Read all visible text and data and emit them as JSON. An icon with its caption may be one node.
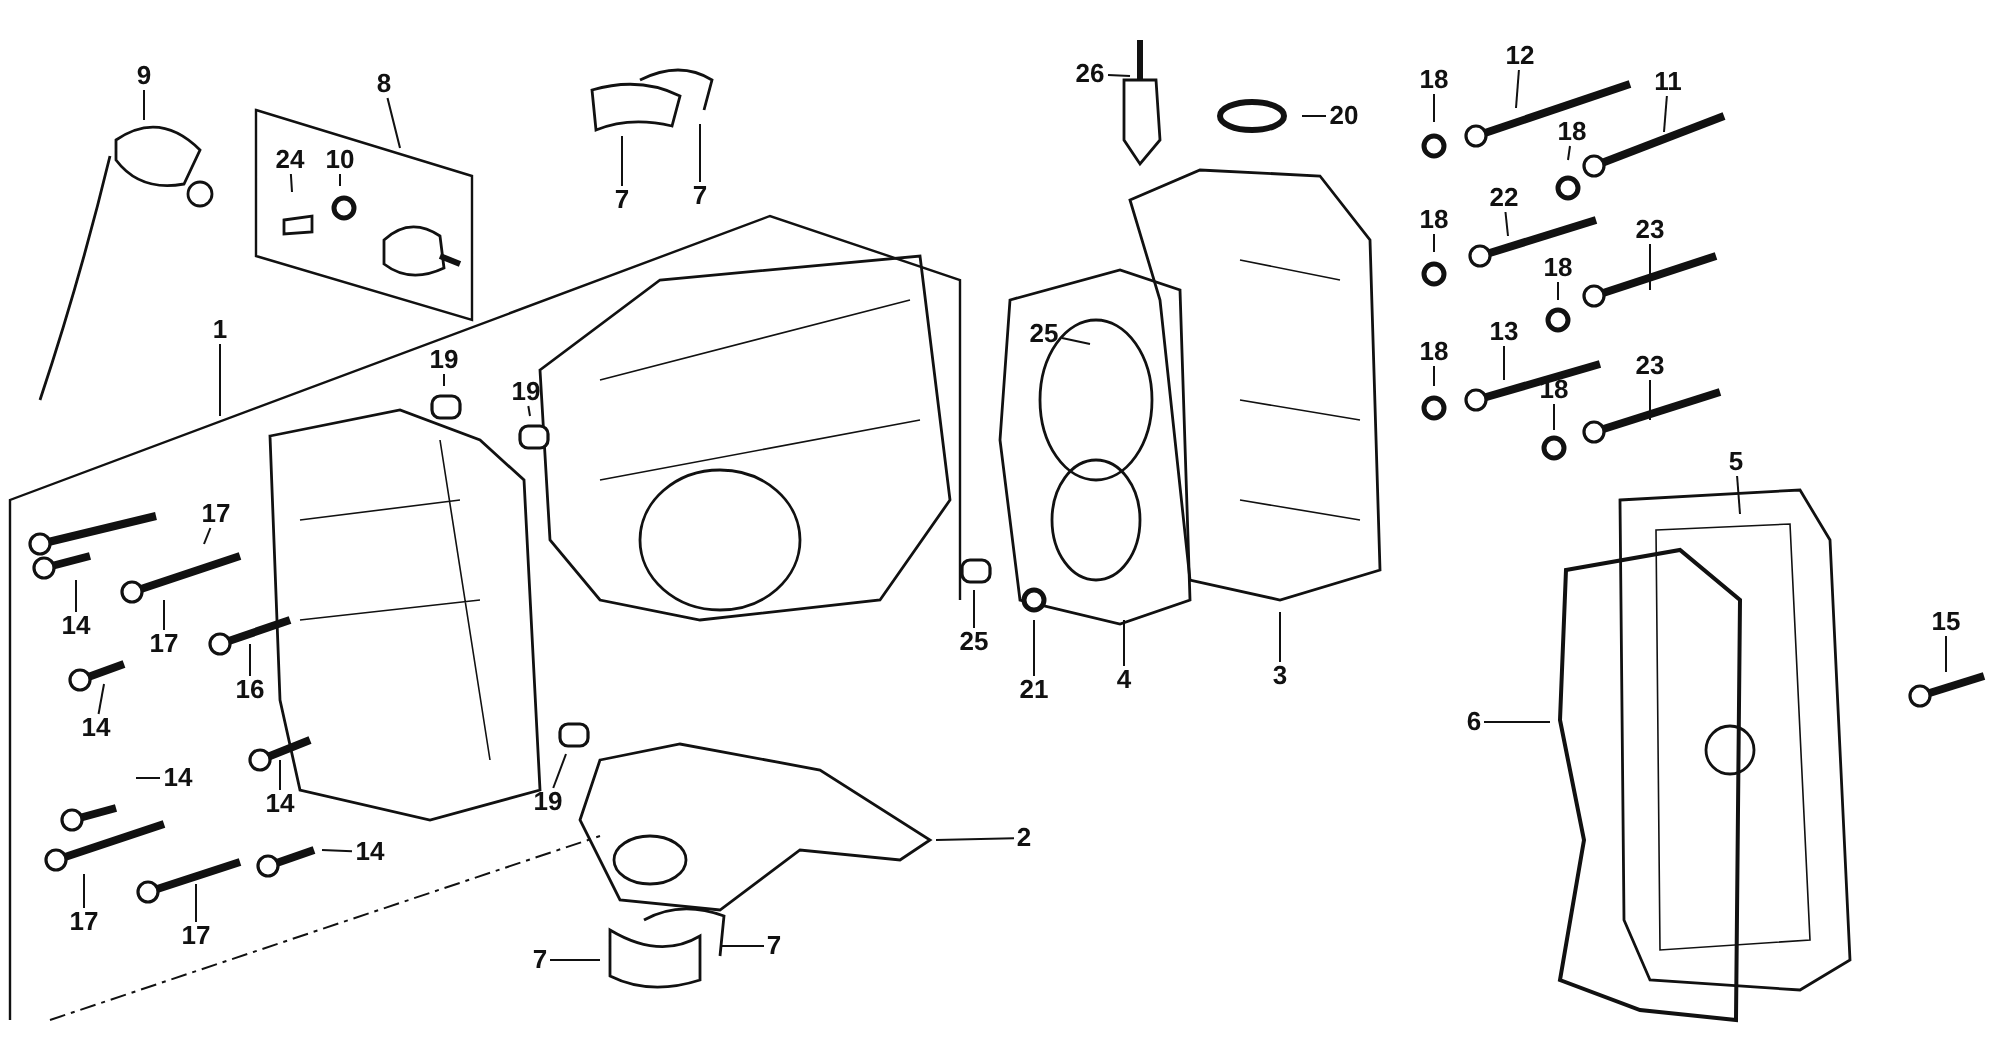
{
  "diagram": {
    "nodes": [
      {
        "text": [
          "9"
        ]
      },
      {
        "text": [
          "8"
        ]
      },
      {
        "text": [
          "24"
        ]
      },
      {
        "text": [
          "10"
        ]
      },
      {
        "text": [
          "7"
        ]
      },
      {
        "text": [
          "7"
        ]
      },
      {
        "text": [
          "1"
        ]
      },
      {
        "text": [
          "19"
        ]
      },
      {
        "text": [
          "19"
        ]
      },
      {
        "text": [
          "26"
        ]
      },
      {
        "text": [
          "20"
        ]
      },
      {
        "text": [
          "18"
        ]
      },
      {
        "text": [
          "12"
        ]
      },
      {
        "text": [
          "11"
        ]
      },
      {
        "text": [
          "18"
        ]
      },
      {
        "text": [
          "25"
        ]
      },
      {
        "text": [
          "22"
        ]
      },
      {
        "text": [
          "18"
        ]
      },
      {
        "text": [
          "23"
        ]
      },
      {
        "text": [
          "18"
        ]
      },
      {
        "text": [
          "13"
        ]
      },
      {
        "text": [
          "18"
        ]
      },
      {
        "text": [
          "23"
        ]
      },
      {
        "text": [
          "18"
        ]
      },
      {
        "text": [
          "17"
        ]
      },
      {
        "text": [
          "5"
        ]
      },
      {
        "text": [
          "14"
        ]
      },
      {
        "text": [
          "17"
        ]
      },
      {
        "text": [
          "16"
        ]
      },
      {
        "text": [
          "14"
        ]
      },
      {
        "text": [
          "25"
        ]
      },
      {
        "text": [
          "21"
        ]
      },
      {
        "text": [
          "4"
        ]
      },
      {
        "text": [
          "3"
        ]
      },
      {
        "text": [
          "15"
        ]
      },
      {
        "text": [
          "6"
        ]
      },
      {
        "text": [
          "14"
        ]
      },
      {
        "text": [
          "14"
        ]
      },
      {
        "text": [
          "19"
        ]
      },
      {
        "text": [
          "2"
        ]
      },
      {
        "text": [
          "14"
        ]
      },
      {
        "text": [
          "17"
        ]
      },
      {
        "text": [
          "17"
        ]
      },
      {
        "text": [
          "7"
        ]
      },
      {
        "text": [
          "7"
        ]
      }
    ],
    "edges": [
      {
        "from": 0,
        "to": null,
        "arrow": "none"
      },
      {
        "from": 1,
        "to": null,
        "arrow": "none"
      },
      {
        "from": 2,
        "to": null,
        "arrow": "none"
      },
      {
        "from": 3,
        "to": null,
        "arrow": "none"
      },
      {
        "from": 4,
        "to": null,
        "arrow": "none"
      },
      {
        "from": 5,
        "to": null,
        "arrow": "none"
      },
      {
        "from": 6,
        "to": null,
        "arrow": "none"
      },
      {
        "from": 7,
        "to": null,
        "arrow": "none"
      },
      {
        "from": 8,
        "to": null,
        "arrow": "none"
      },
      {
        "from": 9,
        "to": null,
        "arrow": "none"
      },
      {
        "from": 10,
        "to": null,
        "arrow": "none"
      },
      {
        "from": 11,
        "to": null,
        "arrow": "none"
      },
      {
        "from": 12,
        "to": null,
        "arrow": "none"
      },
      {
        "from": 13,
        "to": null,
        "arrow": "none"
      },
      {
        "from": 14,
        "to": null,
        "arrow": "none"
      },
      {
        "from": 15,
        "to": null,
        "arrow": "none"
      },
      {
        "from": 16,
        "to": null,
        "arrow": "none"
      },
      {
        "from": 17,
        "to": null,
        "arrow": "none"
      },
      {
        "from": 18,
        "to": null,
        "arrow": "none"
      },
      {
        "from": 19,
        "to": null,
        "arrow": "none"
      },
      {
        "from": 20,
        "to": null,
        "arrow": "none"
      },
      {
        "from": 21,
        "to": null,
        "arrow": "none"
      },
      {
        "from": 22,
        "to": null,
        "arrow": "none"
      },
      {
        "from": 23,
        "to": null,
        "arrow": "none"
      },
      {
        "from": 24,
        "to": null,
        "arrow": "none"
      },
      {
        "from": 25,
        "to": null,
        "arrow": "none"
      },
      {
        "from": 26,
        "to": null,
        "arrow": "none"
      },
      {
        "from": 27,
        "to": null,
        "arrow": "none"
      },
      {
        "from": 28,
        "to": null,
        "arrow": "none"
      },
      {
        "from": 29,
        "to": null,
        "arrow": "none"
      },
      {
        "from": 30,
        "to": null,
        "arrow": "none"
      },
      {
        "from": 31,
        "to": null,
        "arrow": "none"
      },
      {
        "from": 32,
        "to": null,
        "arrow": "none"
      },
      {
        "from": 33,
        "to": null,
        "arrow": "none"
      },
      {
        "from": 34,
        "to": null,
        "arrow": "none"
      },
      {
        "from": 35,
        "to": null,
        "arrow": "none"
      },
      {
        "from": 36,
        "to": null,
        "arrow": "none"
      },
      {
        "from": 37,
        "to": null,
        "arrow": "none"
      },
      {
        "from": 38,
        "to": null,
        "arrow": "none"
      },
      {
        "from": 39,
        "to": null,
        "arrow": "none"
      },
      {
        "from": 40,
        "to": null,
        "arrow": "none"
      },
      {
        "from": 41,
        "to": null,
        "arrow": "none"
      },
      {
        "from": 42,
        "to": null,
        "arrow": "none"
      },
      {
        "from": 43,
        "to": null,
        "arrow": "none"
      },
      {
        "from": 44,
        "to": null,
        "arrow": "none"
      }
    ]
  }
}
